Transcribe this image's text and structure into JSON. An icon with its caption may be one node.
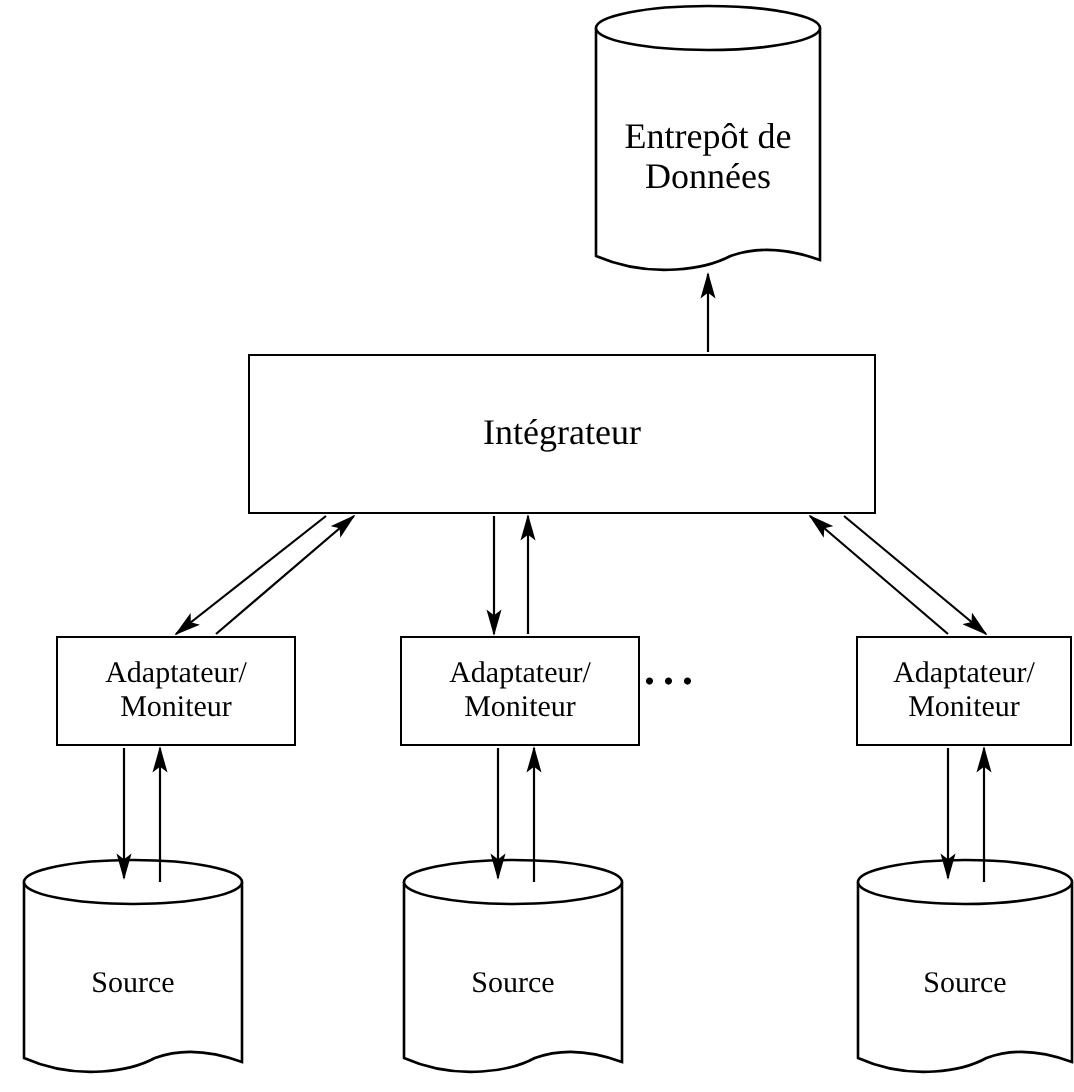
{
  "diagram": {
    "nodes": [
      {
        "text": [
          "Entrepôt de Données"
        ]
      },
      {
        "text": [
          "Intégrateur"
        ]
      },
      {
        "text": [
          "Adaptateur/ Moniteur"
        ]
      },
      {
        "text": [
          "Adaptateur/ Moniteur"
        ]
      },
      {
        "text": [
          "Adaptateur/ Moniteur"
        ]
      },
      {
        "text": [
          "Source"
        ]
      },
      {
        "text": [
          "Source"
        ]
      },
      {
        "text": [
          "Source"
        ]
      }
    ],
    "edges": [
      {
        "from": 1,
        "to": 0,
        "arrow": "to"
      },
      {
        "from": 1,
        "to": 2,
        "arrow": "to"
      },
      {
        "from": 2,
        "to": 1,
        "arrow": "to"
      },
      {
        "from": 1,
        "to": 3,
        "arrow": "to"
      },
      {
        "from": 3,
        "to": 1,
        "arrow": "to"
      },
      {
        "from": 4,
        "to": 1,
        "arrow": "to"
      },
      {
        "from": 1,
        "to": 4,
        "arrow": "to"
      },
      {
        "from": 2,
        "to": 5,
        "arrow": "to"
      },
      {
        "from": 5,
        "to": 2,
        "arrow": "to"
      },
      {
        "from": 3,
        "to": 6,
        "arrow": "to"
      },
      {
        "from": 6,
        "to": 3,
        "arrow": "to"
      },
      {
        "from": 4,
        "to": 7,
        "arrow": "to"
      },
      {
        "from": 7,
        "to": 4,
        "arrow": "to"
      }
    ],
    "labels": [
      "..."
    ]
  }
}
